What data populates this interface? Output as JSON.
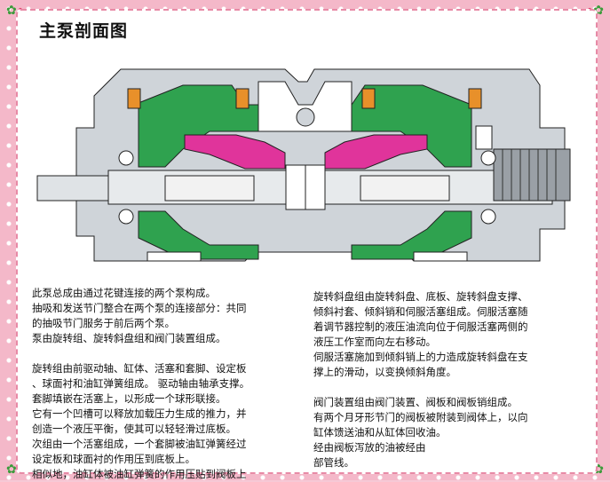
{
  "title": "主泵剖面图",
  "left_text": [
    "此泵总成由通过花键连接的两个泵构成。",
    "抽吸和发送节门整合在两个泵的连接部分：共同",
    "的抽吸节门服务于前后两个泵。",
    "泵由旋转组、旋转斜盘组和阀门装置组成。",
    "",
    "旋转组由前驱动轴、缸体、活塞和套脚、设定板",
    "、球面衬和油缸弹簧组成。 驱动轴由轴承支撑。",
    "套脚填嵌在活塞上，以形成一个球形联接。",
    "它有一个凹槽可以释放加载压力生成的推力，并",
    "创造一个液压平衡，使其可以轻轻滑过底板。",
    "次组由一个活塞组成，一个套脚被油缸弹簧经过",
    "设定板和球面衬的作用压到底板上。",
    "相似地，油缸体被油缸弹簧的作用压贴到阀板上"
  ],
  "right_text": [
    "旋转斜盘组由旋转斜盘、底板、旋转斜盘支撑、",
    "倾斜衬套、倾斜销和伺服活塞组成。伺服活塞随",
    "着调节器控制的液压油流向位于伺服活塞两侧的",
    "液压工作室而向左右移动。",
    "伺服活塞施加到倾斜销上的力造成旋转斜盘在支",
    "撑上的滑动，以变换倾斜角度。",
    "",
    "阀门装置组由阀门装置、阀板和阀板销组成。",
    "有两个月牙形节门的阀板被附装到阀体上，以向",
    "缸体馈送油和从缸体回收油。",
    "经由阀板泻放的油被经由",
    "部管线。"
  ],
  "colors": {
    "housing": "#cfd4d9",
    "green": "#2fa24f",
    "magenta": "#e0349b",
    "orange": "#e8902a",
    "outline": "#222222",
    "frame": "#f4b8c9"
  },
  "icons": [
    "flower-corner-icon"
  ]
}
